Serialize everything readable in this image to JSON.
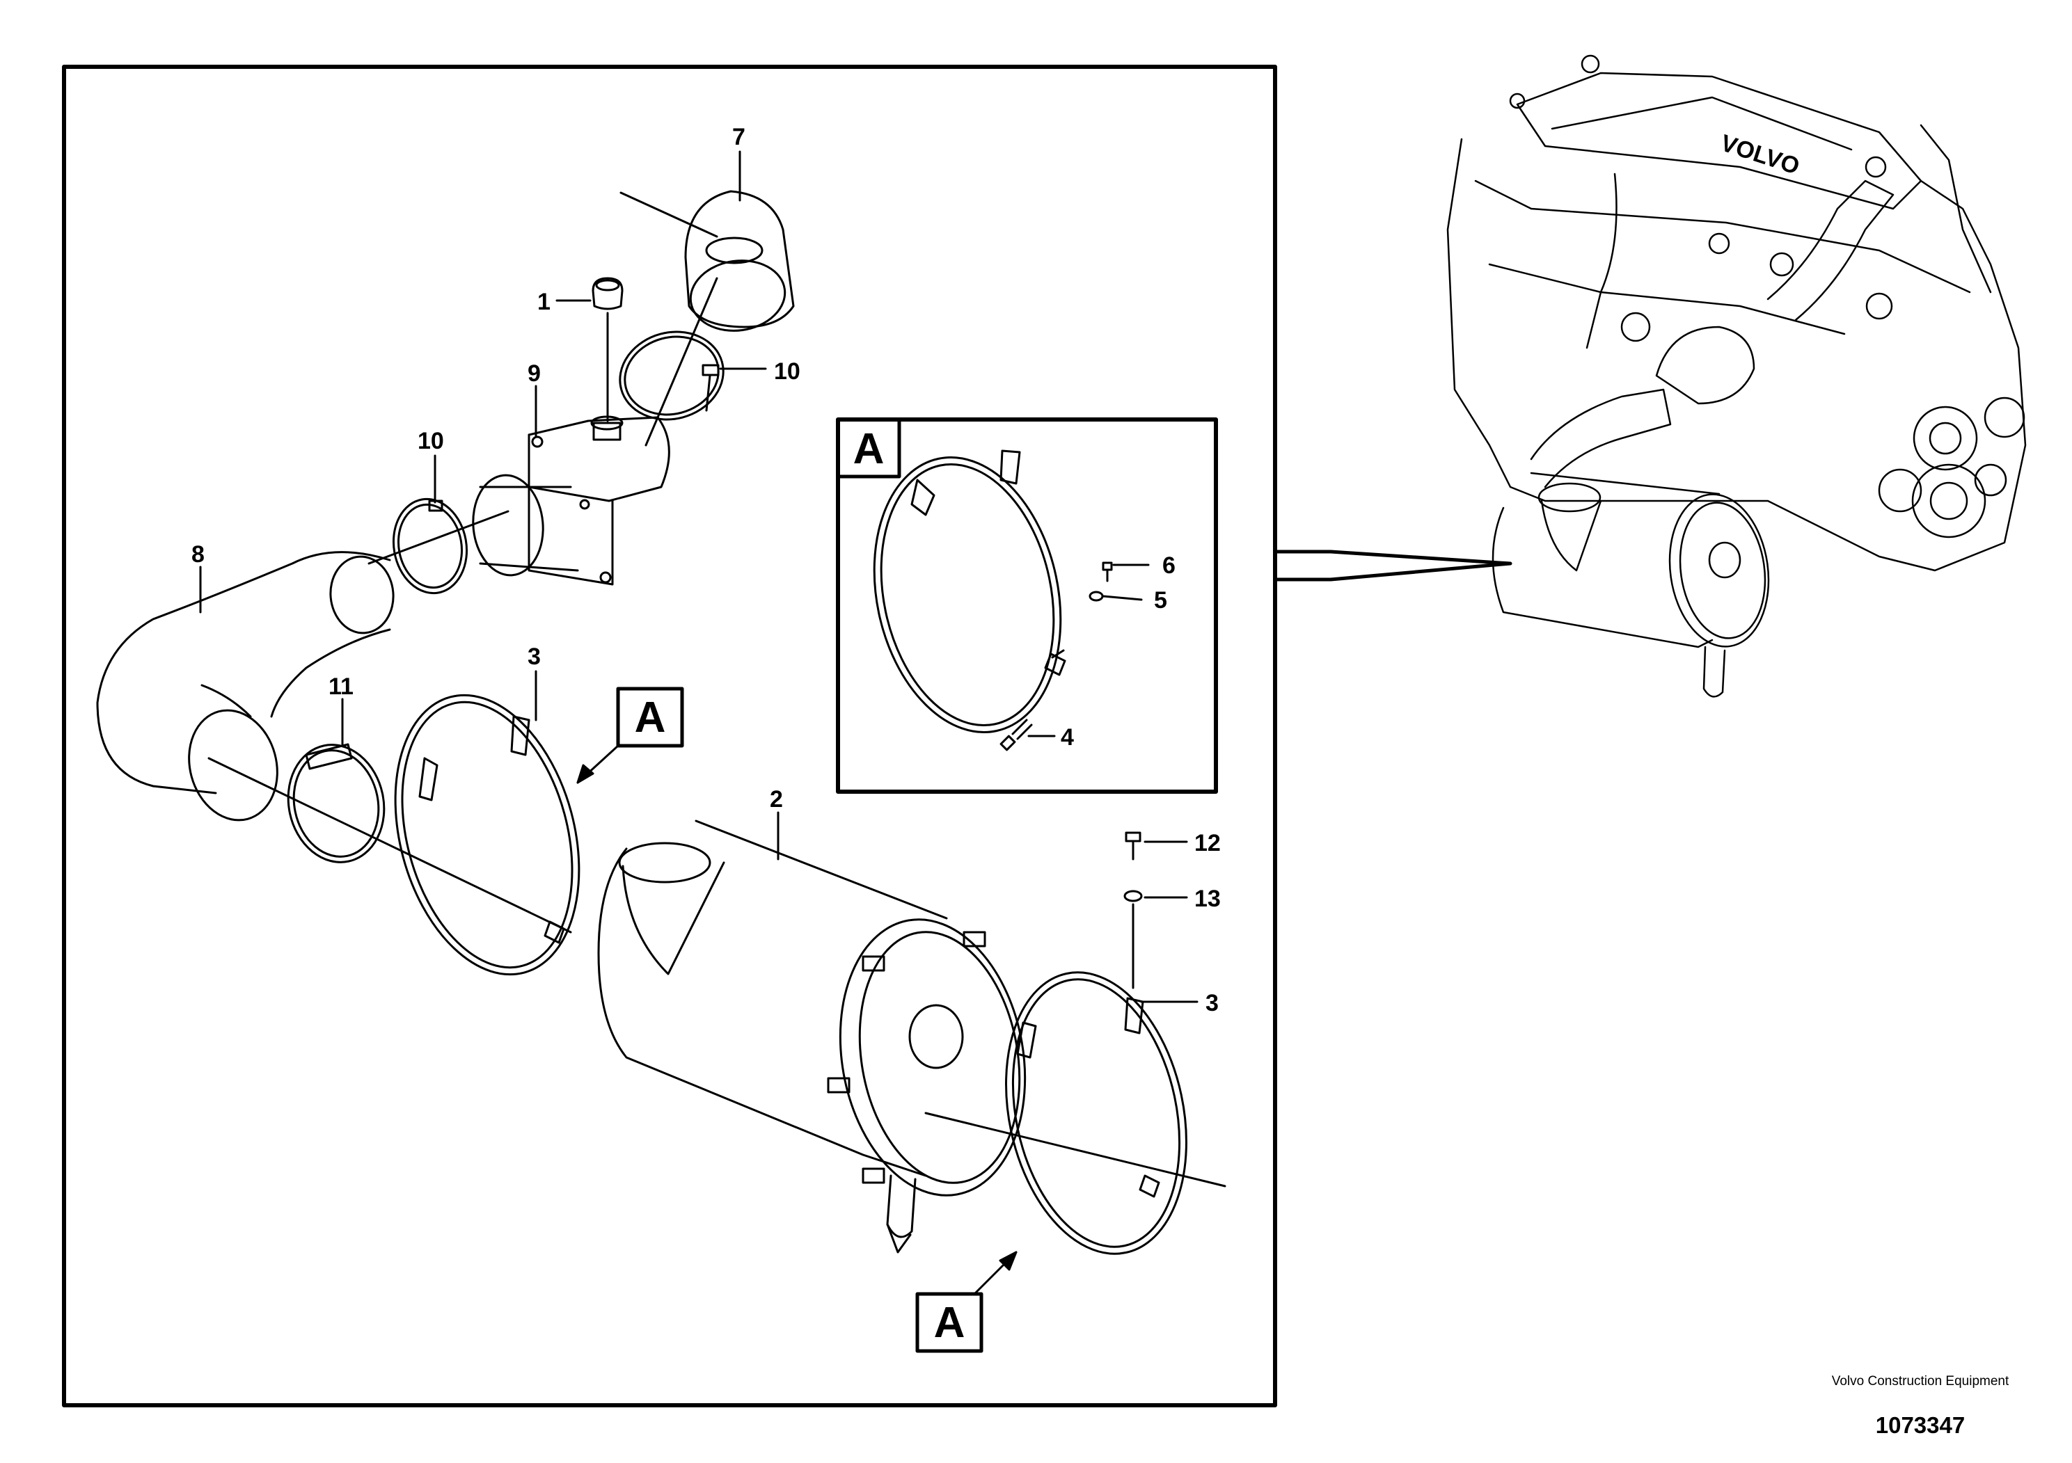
{
  "callouts": {
    "c1": "1",
    "c2": "2",
    "c3a": "3",
    "c3b": "3",
    "c4": "4",
    "c5": "5",
    "c6": "6",
    "c7": "7",
    "c8": "8",
    "c9": "9",
    "c10a": "10",
    "c10b": "10",
    "c11": "11",
    "c12": "12",
    "c13": "13"
  },
  "section_label": "A",
  "footer": {
    "company": "Volvo Construction Equipment",
    "reference": "1073347"
  },
  "engine_badge": "VOLVO"
}
